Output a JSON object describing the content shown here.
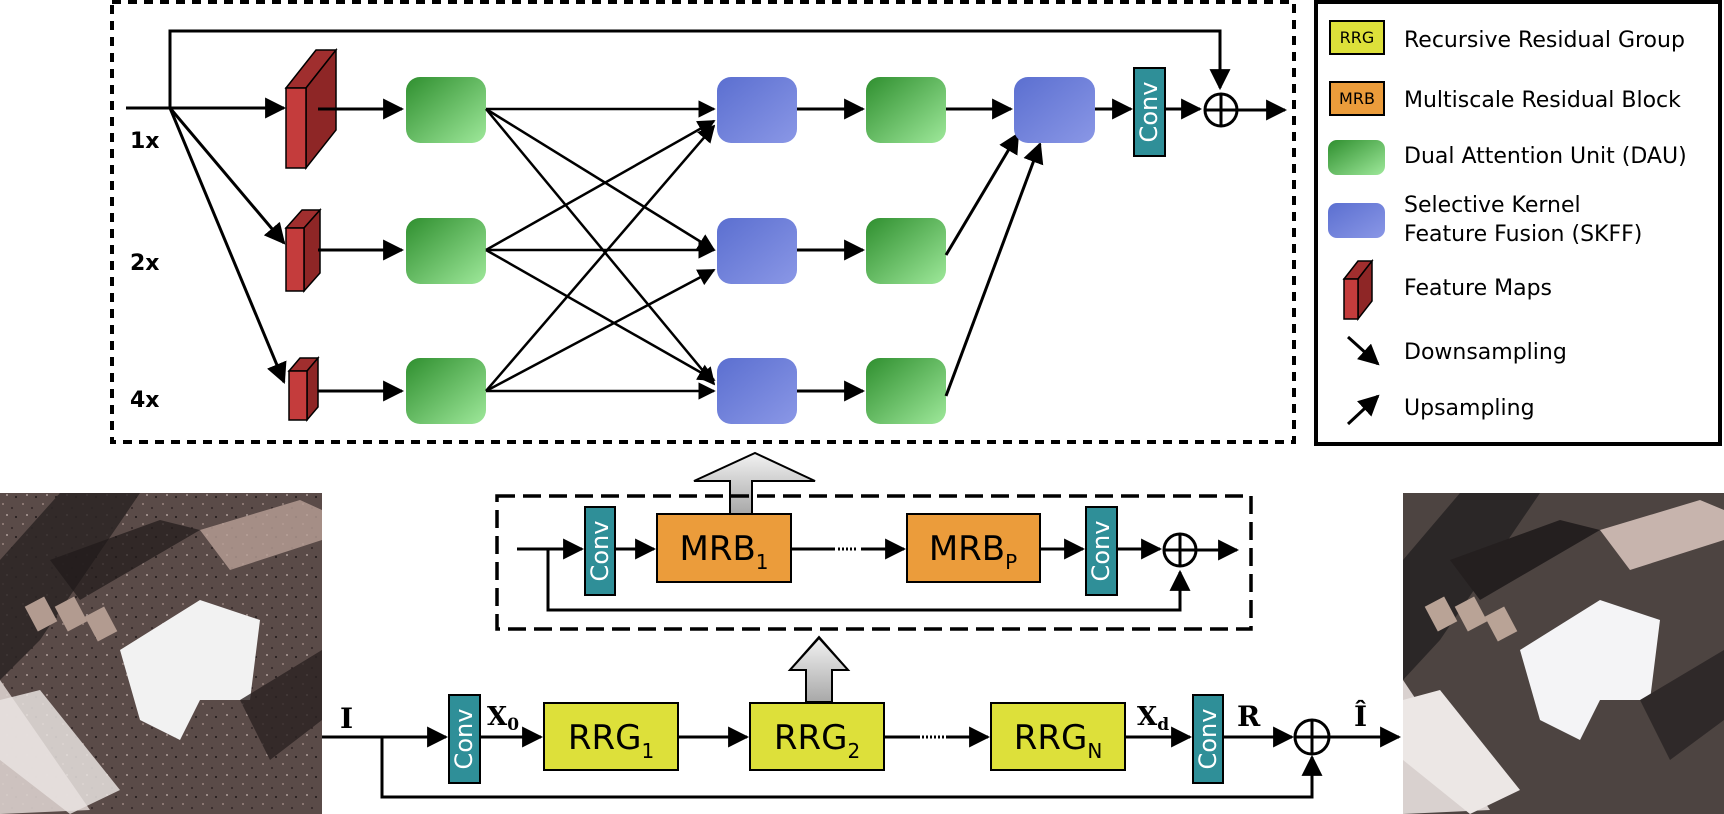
{
  "legend": {
    "items": [
      {
        "key": "rrg",
        "swatch_text": "RRG",
        "label": "Recursive Residual Group",
        "color": "#d9df3a"
      },
      {
        "key": "mrb",
        "swatch_text": "MRB",
        "label": "Multiscale Residual Block",
        "color": "#e89a3a"
      },
      {
        "key": "dau",
        "label": "Dual Attention Unit (DAU)",
        "color": "#4fb84f"
      },
      {
        "key": "skff",
        "label_line1": "Selective Kernel",
        "label_line2": "Feature Fusion (SKFF)",
        "color": "#6b7fd8"
      },
      {
        "key": "fm",
        "label": "Feature Maps",
        "color": "#c23b3b"
      },
      {
        "key": "down",
        "label": "Downsampling"
      },
      {
        "key": "up",
        "label": "Upsampling"
      }
    ]
  },
  "mrb_detail": {
    "scales": [
      "1x",
      "2x",
      "4x"
    ],
    "conv_label": "Conv"
  },
  "mrb_chain": {
    "conv_label": "Conv",
    "block_first": "MRB",
    "block_first_sub": "1",
    "block_last": "MRB",
    "block_last_sub": "P"
  },
  "rrg_chain": {
    "input_label": "I",
    "x0_label": "X",
    "x0_sub": "0",
    "xd_label": "X",
    "xd_sub": "d",
    "r_label": "R",
    "output_label": "Î",
    "conv_label": "Conv",
    "block_1": "RRG",
    "block_1_sub": "1",
    "block_2": "RRG",
    "block_2_sub": "2",
    "block_n": "RRG",
    "block_n_sub": "N"
  },
  "colors": {
    "rrg": "#dde03a",
    "mrb": "#eb9c3b",
    "conv": "#2f8f98",
    "dau": "#4cb14c",
    "skff": "#6f80d9",
    "feature_map": "#c43c3c"
  }
}
